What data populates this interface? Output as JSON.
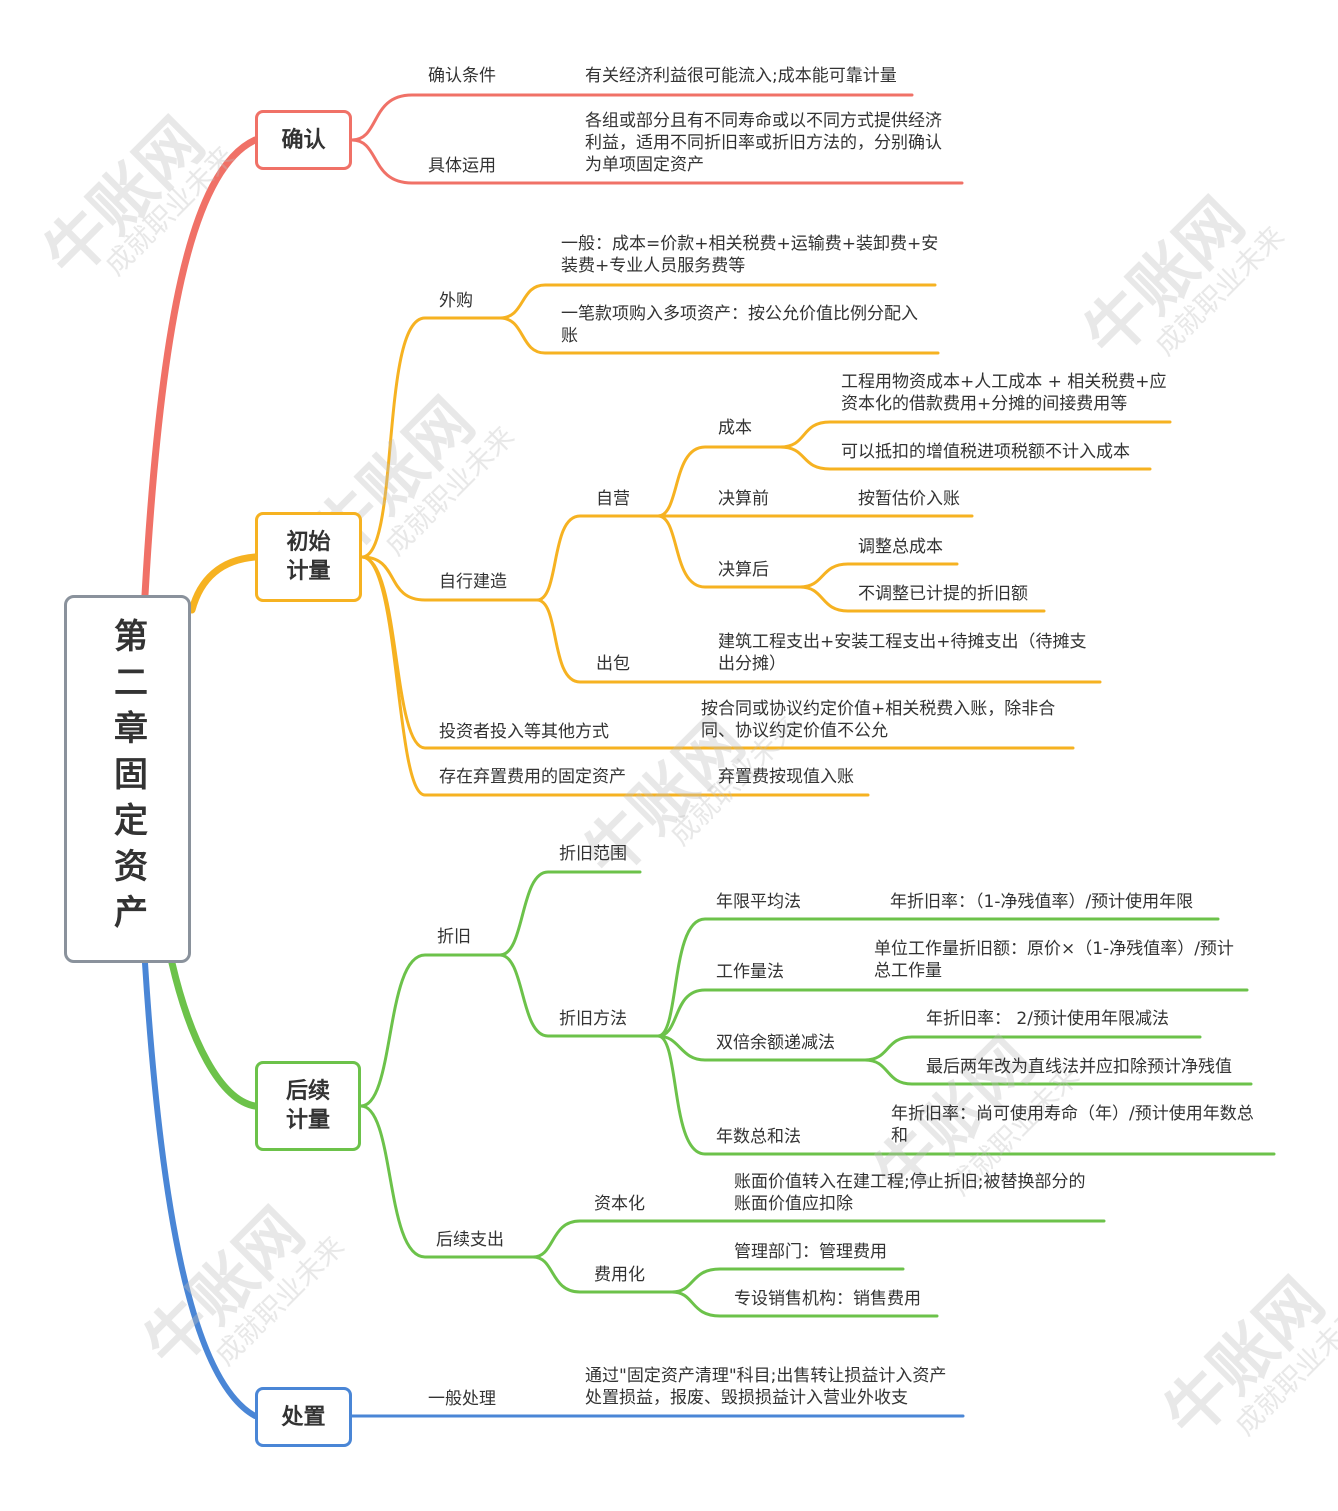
{
  "root": {
    "title": "第二章固定资产"
  },
  "colors": {
    "confirm": "#f07167",
    "initial": "#f6b221",
    "subsequent": "#6cc24a",
    "disposal": "#4a86d6"
  },
  "watermark": {
    "logo": "牛账网",
    "slogan": "成就职业未来"
  },
  "confirm": {
    "label": "确认",
    "conditions_label": "确认条件",
    "conditions_text": "有关经济利益很可能流入;成本能可靠计量",
    "apply_label": "具体运用",
    "apply_text": [
      "各组或部分且有不同寿命或以不同方式提供经济",
      "利益，适用不同折旧率或折旧方法的，分别确认",
      "为单项固定资产"
    ]
  },
  "initial": {
    "label": [
      "初始",
      "计量"
    ],
    "purchase_label": "外购",
    "purchase_general": [
      "一般：成本=价款+相关税费+运输费+装卸费+安",
      "装费+专业人员服务费等"
    ],
    "purchase_bundle": [
      "一笔款项购入多项资产：按公允价值比例分配入",
      "账"
    ],
    "self_build_label": "自行建造",
    "self_run_label": "自营",
    "cost_label": "成本",
    "cost_text1": [
      "工程用物资成本+人工成本 + 相关税费+应",
      "资本化的借款费用+分摊的间接费用等"
    ],
    "cost_text2": "可以抵扣的增值税进项税额不计入成本",
    "before_label": "决算前",
    "before_text": "按暂估价入账",
    "after_label": "决算后",
    "after_text1": "调整总成本",
    "after_text2": "不调整已计提的折旧额",
    "outsource_label": "出包",
    "outsource_text": [
      "建筑工程支出+安装工程支出+待摊支出（待摊支",
      "出分摊）"
    ],
    "investor_label": "投资者投入等其他方式",
    "investor_text": [
      "按合同或协议约定价值+相关税费入账，除非合",
      "同、协议约定价值不公允"
    ],
    "abandon_label": "存在弃置费用的固定资产",
    "abandon_text": "弃置费按现值入账"
  },
  "subsequent": {
    "label": [
      "后续",
      "计量"
    ],
    "dep_label": "折旧",
    "range_label": "折旧范围",
    "method_label": "折旧方法",
    "straight_label": "年限平均法",
    "straight_text": "年折旧率：（1-净残值率）/预计使用年限",
    "workload_label": "工作量法",
    "workload_text": [
      "单位工作量折旧额：原价×（1-净残值率）/预计",
      "总工作量"
    ],
    "ddb_label": "双倍余额递减法",
    "ddb_text1": "年折旧率： 2/预计使用年限减法",
    "ddb_text2": "最后两年改为直线法并应扣除预计净残值",
    "syd_label": "年数总和法",
    "syd_text": [
      "年折旧率：尚可使用寿命（年）/预计使用年数总",
      "和"
    ],
    "expense_label": "后续支出",
    "cap_label": "资本化",
    "cap_text": [
      "账面价值转入在建工程;停止折旧;被替换部分的",
      "账面价值应扣除"
    ],
    "exp_label": "费用化",
    "exp_text1": "管理部门：管理费用",
    "exp_text2": "专设销售机构：销售费用"
  },
  "disposal": {
    "label": "处置",
    "general_label": "一般处理",
    "general_text": [
      "通过\"固定资产清理\"科目;出售转让损益计入资产",
      "处置损益，报废、毁损损益计入营业外收支"
    ]
  }
}
